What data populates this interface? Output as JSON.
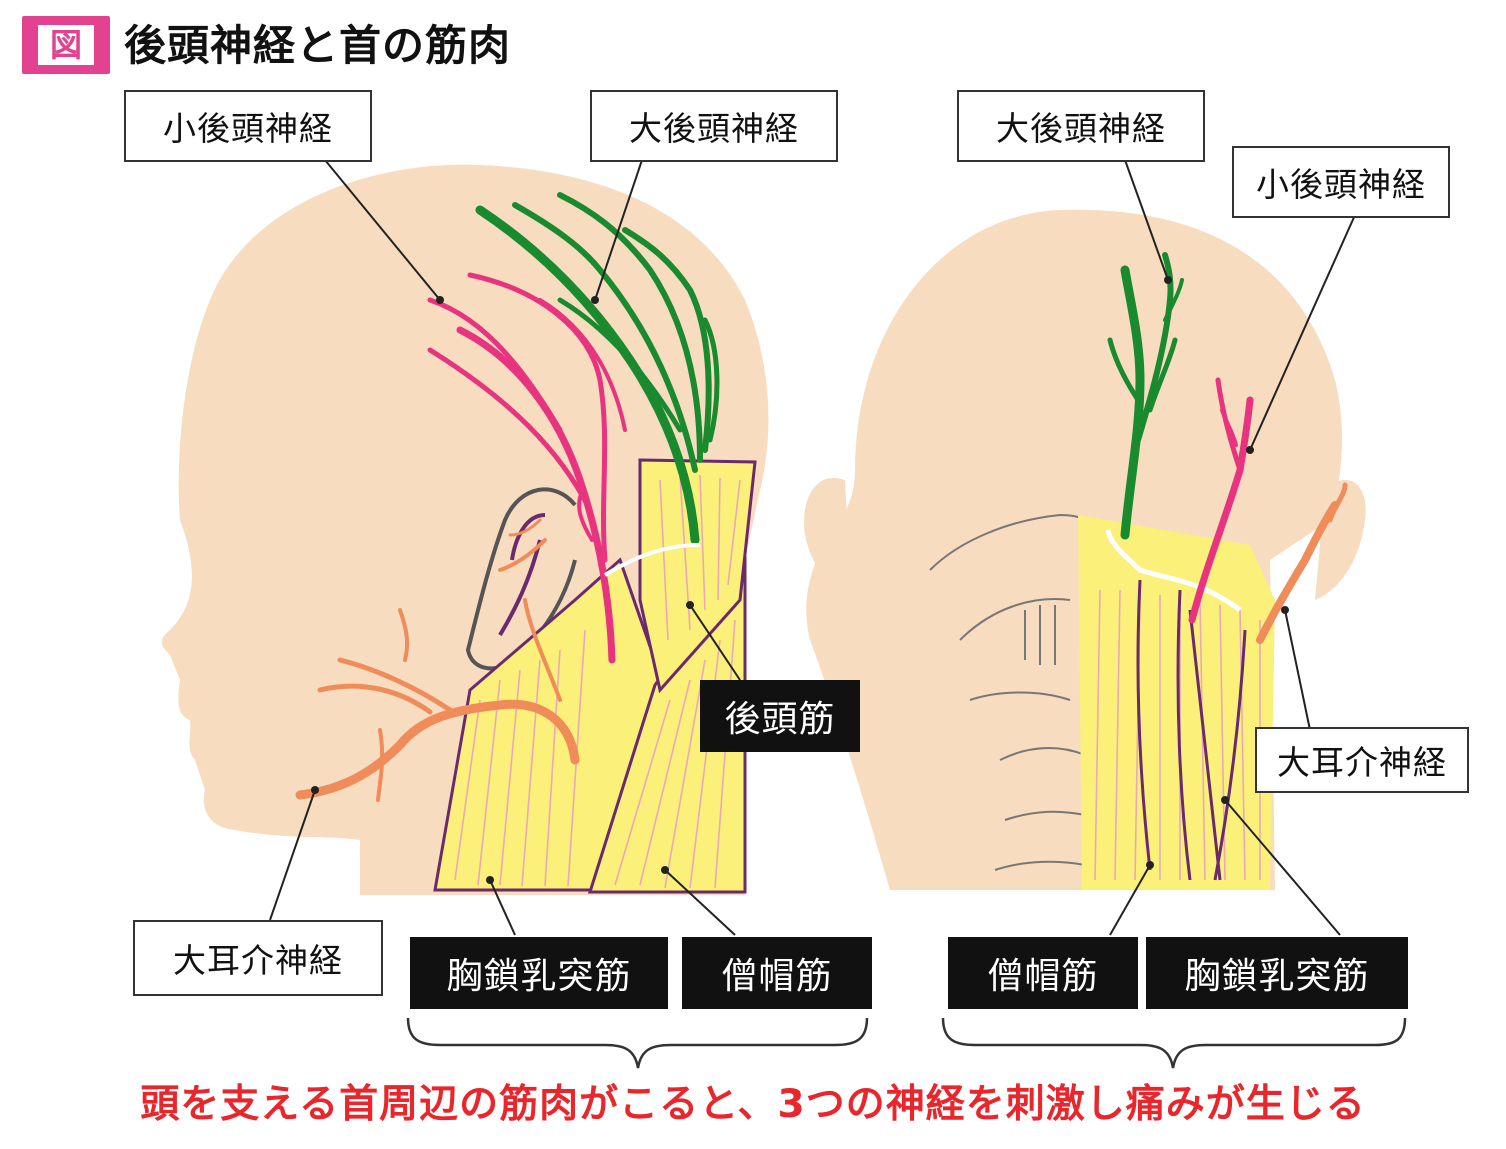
{
  "header": {
    "badge": "図",
    "title": "後頭神経と首の筋肉"
  },
  "side_view": {
    "label_lesser_occipital": "小後頭神経",
    "label_greater_occipital": "大後頭神経",
    "label_occipitalis": "後頭筋",
    "label_great_auricular": "大耳介神経",
    "label_scm": "胸鎖乳突筋",
    "label_trapezius": "僧帽筋"
  },
  "back_view": {
    "label_greater_occipital": "大後頭神経",
    "label_lesser_occipital": "小後頭神経",
    "label_great_auricular": "大耳介神経",
    "label_trapezius": "僧帽筋",
    "label_scm": "胸鎖乳突筋"
  },
  "caption": "頭を支える首周辺の筋肉がこると、3つの神経を刺激し痛みが生じる",
  "colors": {
    "skin": "#f7dcc0",
    "muscle": "#fbf07a",
    "muscle_fiber": "#e9a9b8",
    "muscle_outline": "#6b2a6b",
    "greater_occipital_nerve": "#1a8a2e",
    "lesser_occipital_nerve": "#e8337f",
    "great_auricular_nerve": "#f08c5a",
    "caption": "#e8262c",
    "badge": "#e2428f"
  }
}
